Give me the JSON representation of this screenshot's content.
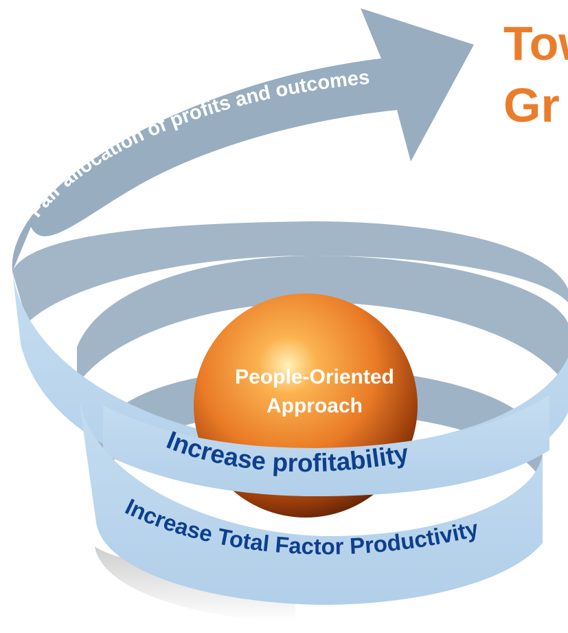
{
  "title": {
    "line1": "Tow",
    "line2": "Gr",
    "color": "#ea7d2c"
  },
  "sphere": {
    "label_line1": "People-Oriented",
    "label_line2": "Approach",
    "color": "#e87e2b"
  },
  "ribbons": {
    "top": "Fair allocation of  profits and outcomes",
    "middle": "Increase profitability",
    "bottom": "Increase Total Factor Productivity"
  },
  "colors": {
    "ribbon_back": "#9eb3c6",
    "ribbon_front": "#bad6ee",
    "ribbon_text_dark": "#0d3f8c",
    "ribbon_text_light": "#ffffff",
    "arrow": "#93a9bd"
  }
}
